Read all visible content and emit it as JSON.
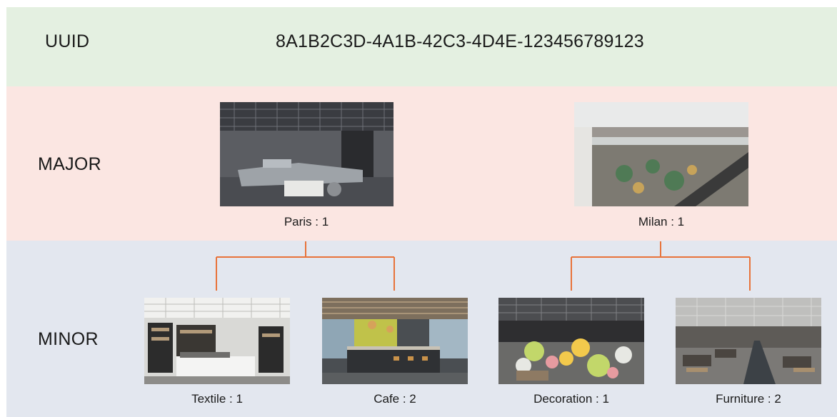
{
  "uuid_row": {
    "label": "UUID",
    "value": "8A1B2C3D-4A1B-42C3-4D4E-123456789123"
  },
  "major_row": {
    "label": "MAJOR",
    "items": [
      {
        "caption": "Paris : 1",
        "image": "furniture-showroom-photo"
      },
      {
        "caption": "Milan : 1",
        "image": "shopping-mall-atrium-photo"
      }
    ]
  },
  "minor_row": {
    "label": "MINOR",
    "items": [
      {
        "caption": "Textile : 1",
        "image": "textile-display-photo"
      },
      {
        "caption": "Cafe : 2",
        "image": "cafe-bar-photo"
      },
      {
        "caption": "Decoration : 1",
        "image": "flower-decoration-photo"
      },
      {
        "caption": "Furniture : 2",
        "image": "furniture-hall-photo"
      }
    ]
  },
  "colors": {
    "uuid_band": "#e4f0e1",
    "major_band": "#fbe6e2",
    "minor_band": "#e3e7ef",
    "connector": "#e8733a"
  }
}
